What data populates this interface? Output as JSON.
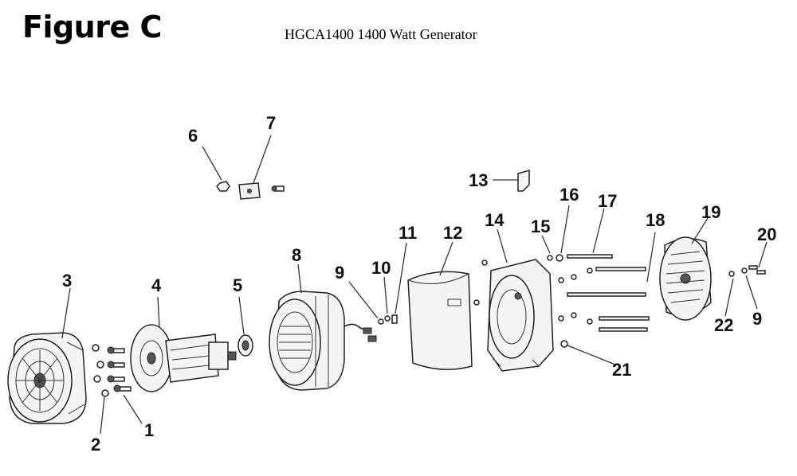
{
  "header": {
    "figure_label": "Figure C",
    "model_title": "HGCA1400 1400 Watt Generator"
  },
  "callouts": {
    "n1": "1",
    "n2": "2",
    "n3": "3",
    "n4": "4",
    "n5": "5",
    "n6": "6",
    "n7": "7",
    "n8": "8",
    "n9a": "9",
    "n9b": "9",
    "n10": "10",
    "n11": "11",
    "n12": "12",
    "n13": "13",
    "n14": "14",
    "n15": "15",
    "n16": "16",
    "n17": "17",
    "n18": "18",
    "n19": "19",
    "n20": "20",
    "n21": "21",
    "n22": "22"
  }
}
